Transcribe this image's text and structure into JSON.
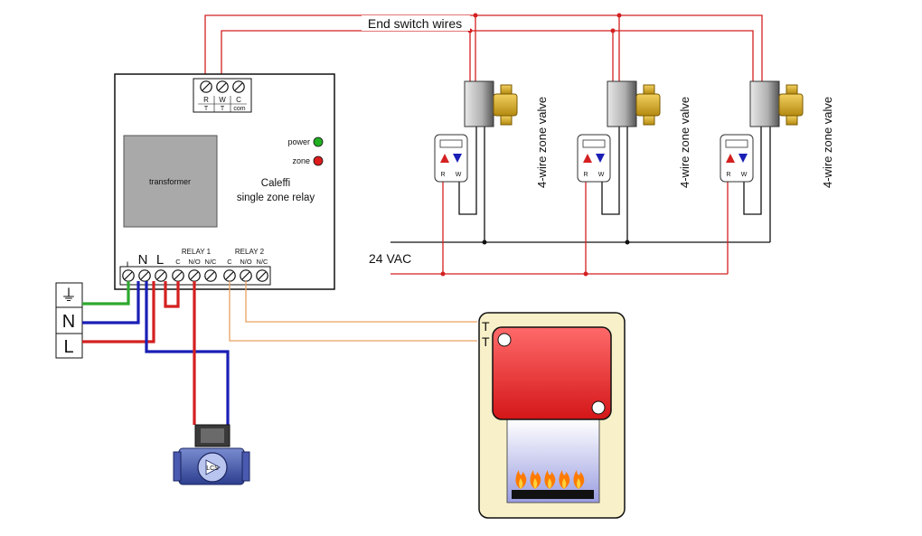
{
  "header": {
    "end_switch_label": "End switch wires"
  },
  "relay_box": {
    "top_terminals": [
      "R",
      "W",
      "C"
    ],
    "top_terminal_sublabels": [
      "T",
      "T",
      "com"
    ],
    "transformer_label": "transformer",
    "power_label": "power",
    "zone_label": "zone",
    "title_line1": "Caleffi",
    "title_line2": "single zone relay",
    "bottom_ground_symbol": "⏚",
    "bottom_n": "N",
    "bottom_l": "L",
    "relay1_label": "RELAY 1",
    "relay2_label": "RELAY 2",
    "relay_contacts": [
      "C",
      "N/O",
      "N/C"
    ]
  },
  "supply": {
    "vac_label": "24 VAC"
  },
  "mains": {
    "ground": "⏚",
    "neutral": "N",
    "line": "L"
  },
  "zone_valves": [
    {
      "label": "4-wire zone valve",
      "t_r": "R",
      "t_w": "W"
    },
    {
      "label": "4-wire zone valve",
      "t_r": "R",
      "t_w": "W"
    },
    {
      "label": "4-wire zone valve",
      "t_r": "R",
      "t_w": "W"
    }
  ],
  "boiler": {
    "t1": "T",
    "t2": "T"
  },
  "pump": {
    "badge": "LCS"
  },
  "colors": {
    "red_wire": "#d42020",
    "blue_wire": "#1a1fb5",
    "green_wire": "#2ea82e",
    "orange_wire": "#e9a060",
    "boiler_frame": "#f8f0c8",
    "boiler_head": "#e8282c",
    "valve_body": "#d9b02a",
    "led_power": "#22b022",
    "led_zone": "#dd1c1c"
  }
}
